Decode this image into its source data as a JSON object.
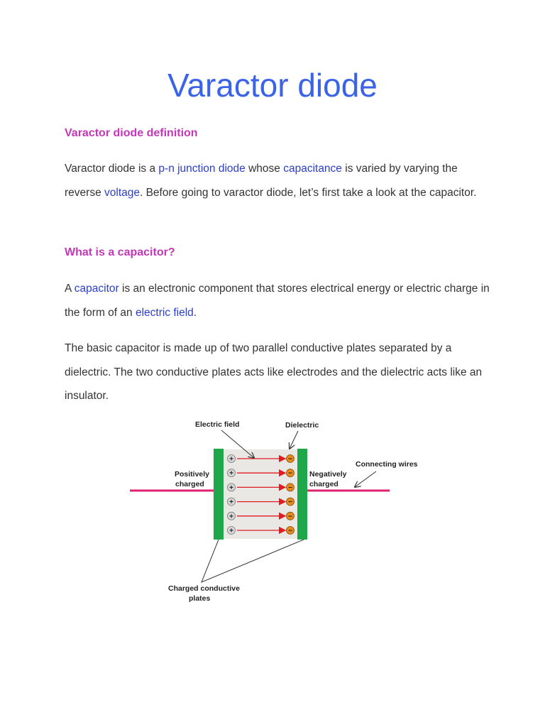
{
  "title": "Varactor diode",
  "sections": {
    "definition_heading": "Varactor diode definition",
    "p1": {
      "t1": "Varactor diode is a ",
      "l1": "p-n junction diode",
      "t2": " whose ",
      "l2": "capacitance",
      "t3": " is varied by varying the reverse ",
      "l3": "voltage",
      "t4": ". Before going to varactor diode, let’s first take a look at the capacitor."
    },
    "capacitor_heading": "What is a capacitor?",
    "p2": {
      "t1": "A ",
      "l1": "capacitor",
      "t2": " is an electronic component that stores electrical energy or electric charge in the form of an ",
      "l2": "electric field",
      "t3": "."
    },
    "p3": "The basic capacitor is made up of two parallel conductive plates separated by a dielectric. The two conductive plates acts like electrodes and the dielectric acts like an insulator."
  },
  "figure": {
    "label_electric_field": "Electric field",
    "label_dielectric": "Dielectric",
    "label_positively_1": "Positively",
    "label_positively_2": "charged",
    "label_negatively_1": "Negatively",
    "label_negatively_2": "charged",
    "label_wires": "Connecting wires",
    "label_plates_1": "Charged conductive",
    "label_plates_2": "plates",
    "plus_sign": "+",
    "minus_sign": "−",
    "charge_rows": 6,
    "colors": {
      "plate": "#1fa84a",
      "wire": "#e0226e",
      "arrow": "#e31b23",
      "dielectric": "#e9e8e4",
      "neg_charge": "#e58a1c",
      "pos_charge": "#d9d9d9"
    }
  }
}
